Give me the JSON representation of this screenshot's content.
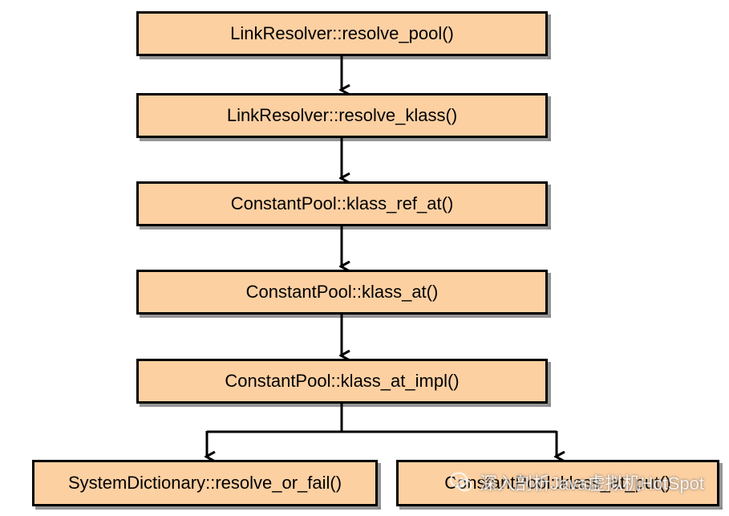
{
  "colors": {
    "node_fill": "#FDD0A2",
    "node_border": "#000000",
    "arrow": "#000000",
    "shadow": "#8a8a8a"
  },
  "nodes": [
    {
      "label": "LinkResolver::resolve_pool()"
    },
    {
      "label": "LinkResolver::resolve_klass()"
    },
    {
      "label": "ConstantPool::klass_ref_at()"
    },
    {
      "label": "ConstantPool::klass_at()"
    },
    {
      "label": "ConstantPool::klass_at_impl()"
    },
    {
      "label": "SystemDictionary::resolve_or_fail()"
    },
    {
      "label": "ConstantPool::klass_at_put()"
    }
  ],
  "edges": [
    {
      "from": 0,
      "to": 1
    },
    {
      "from": 1,
      "to": 2
    },
    {
      "from": 2,
      "to": 3
    },
    {
      "from": 3,
      "to": 4
    },
    {
      "from": 4,
      "to": 5
    },
    {
      "from": 4,
      "to": 6
    }
  ],
  "watermark": {
    "icon": "wechat-icon",
    "text": "深入剖析Java虚拟机HotSpot"
  }
}
